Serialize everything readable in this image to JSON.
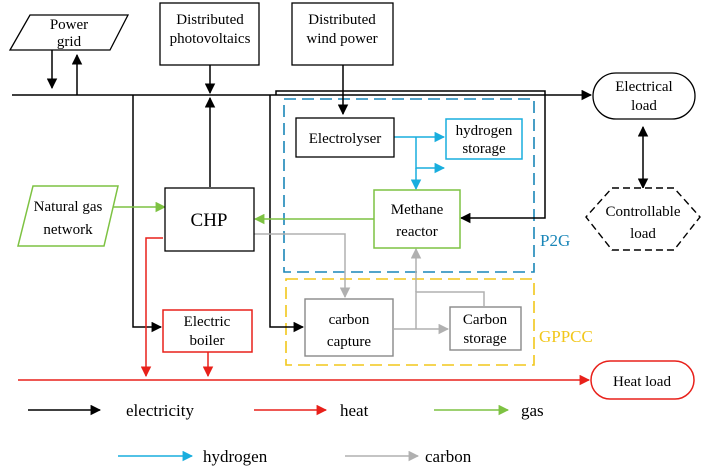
{
  "colors": {
    "electricity": "#000000",
    "heat": "#e8201a",
    "gas": "#7dc242",
    "hydrogen": "#19aede",
    "carbon": "#b0b0b0",
    "p2g_border": "#1a86b8",
    "gppcc_border": "#f2c71b"
  },
  "nodes": {
    "power_grid": [
      "Power",
      "grid"
    ],
    "distributed_pv": [
      "Distributed",
      "photovoltaics"
    ],
    "distributed_wind": [
      "Distributed",
      "wind power"
    ],
    "electrical_load": [
      "Electrical",
      "load"
    ],
    "electrolyser": "Electrolyser",
    "hydrogen_storage": [
      "hydrogen",
      "storage"
    ],
    "controllable_load": [
      "Controllable",
      "load"
    ],
    "natural_gas_network": [
      "Natural gas",
      "network"
    ],
    "chp": "CHP",
    "methane_reactor": [
      "Methane",
      "reactor"
    ],
    "electric_boiler": [
      "Electric",
      "boiler"
    ],
    "carbon_capture": [
      "carbon",
      "capture"
    ],
    "carbon_storage": [
      "Carbon",
      "storage"
    ],
    "heat_load": "Heat load"
  },
  "groups": {
    "p2g": "P2G",
    "gppcc": "GPPCC"
  },
  "legend": {
    "electricity": "electricity",
    "heat": "heat",
    "gas": "gas",
    "hydrogen": "hydrogen",
    "carbon": "carbon"
  }
}
